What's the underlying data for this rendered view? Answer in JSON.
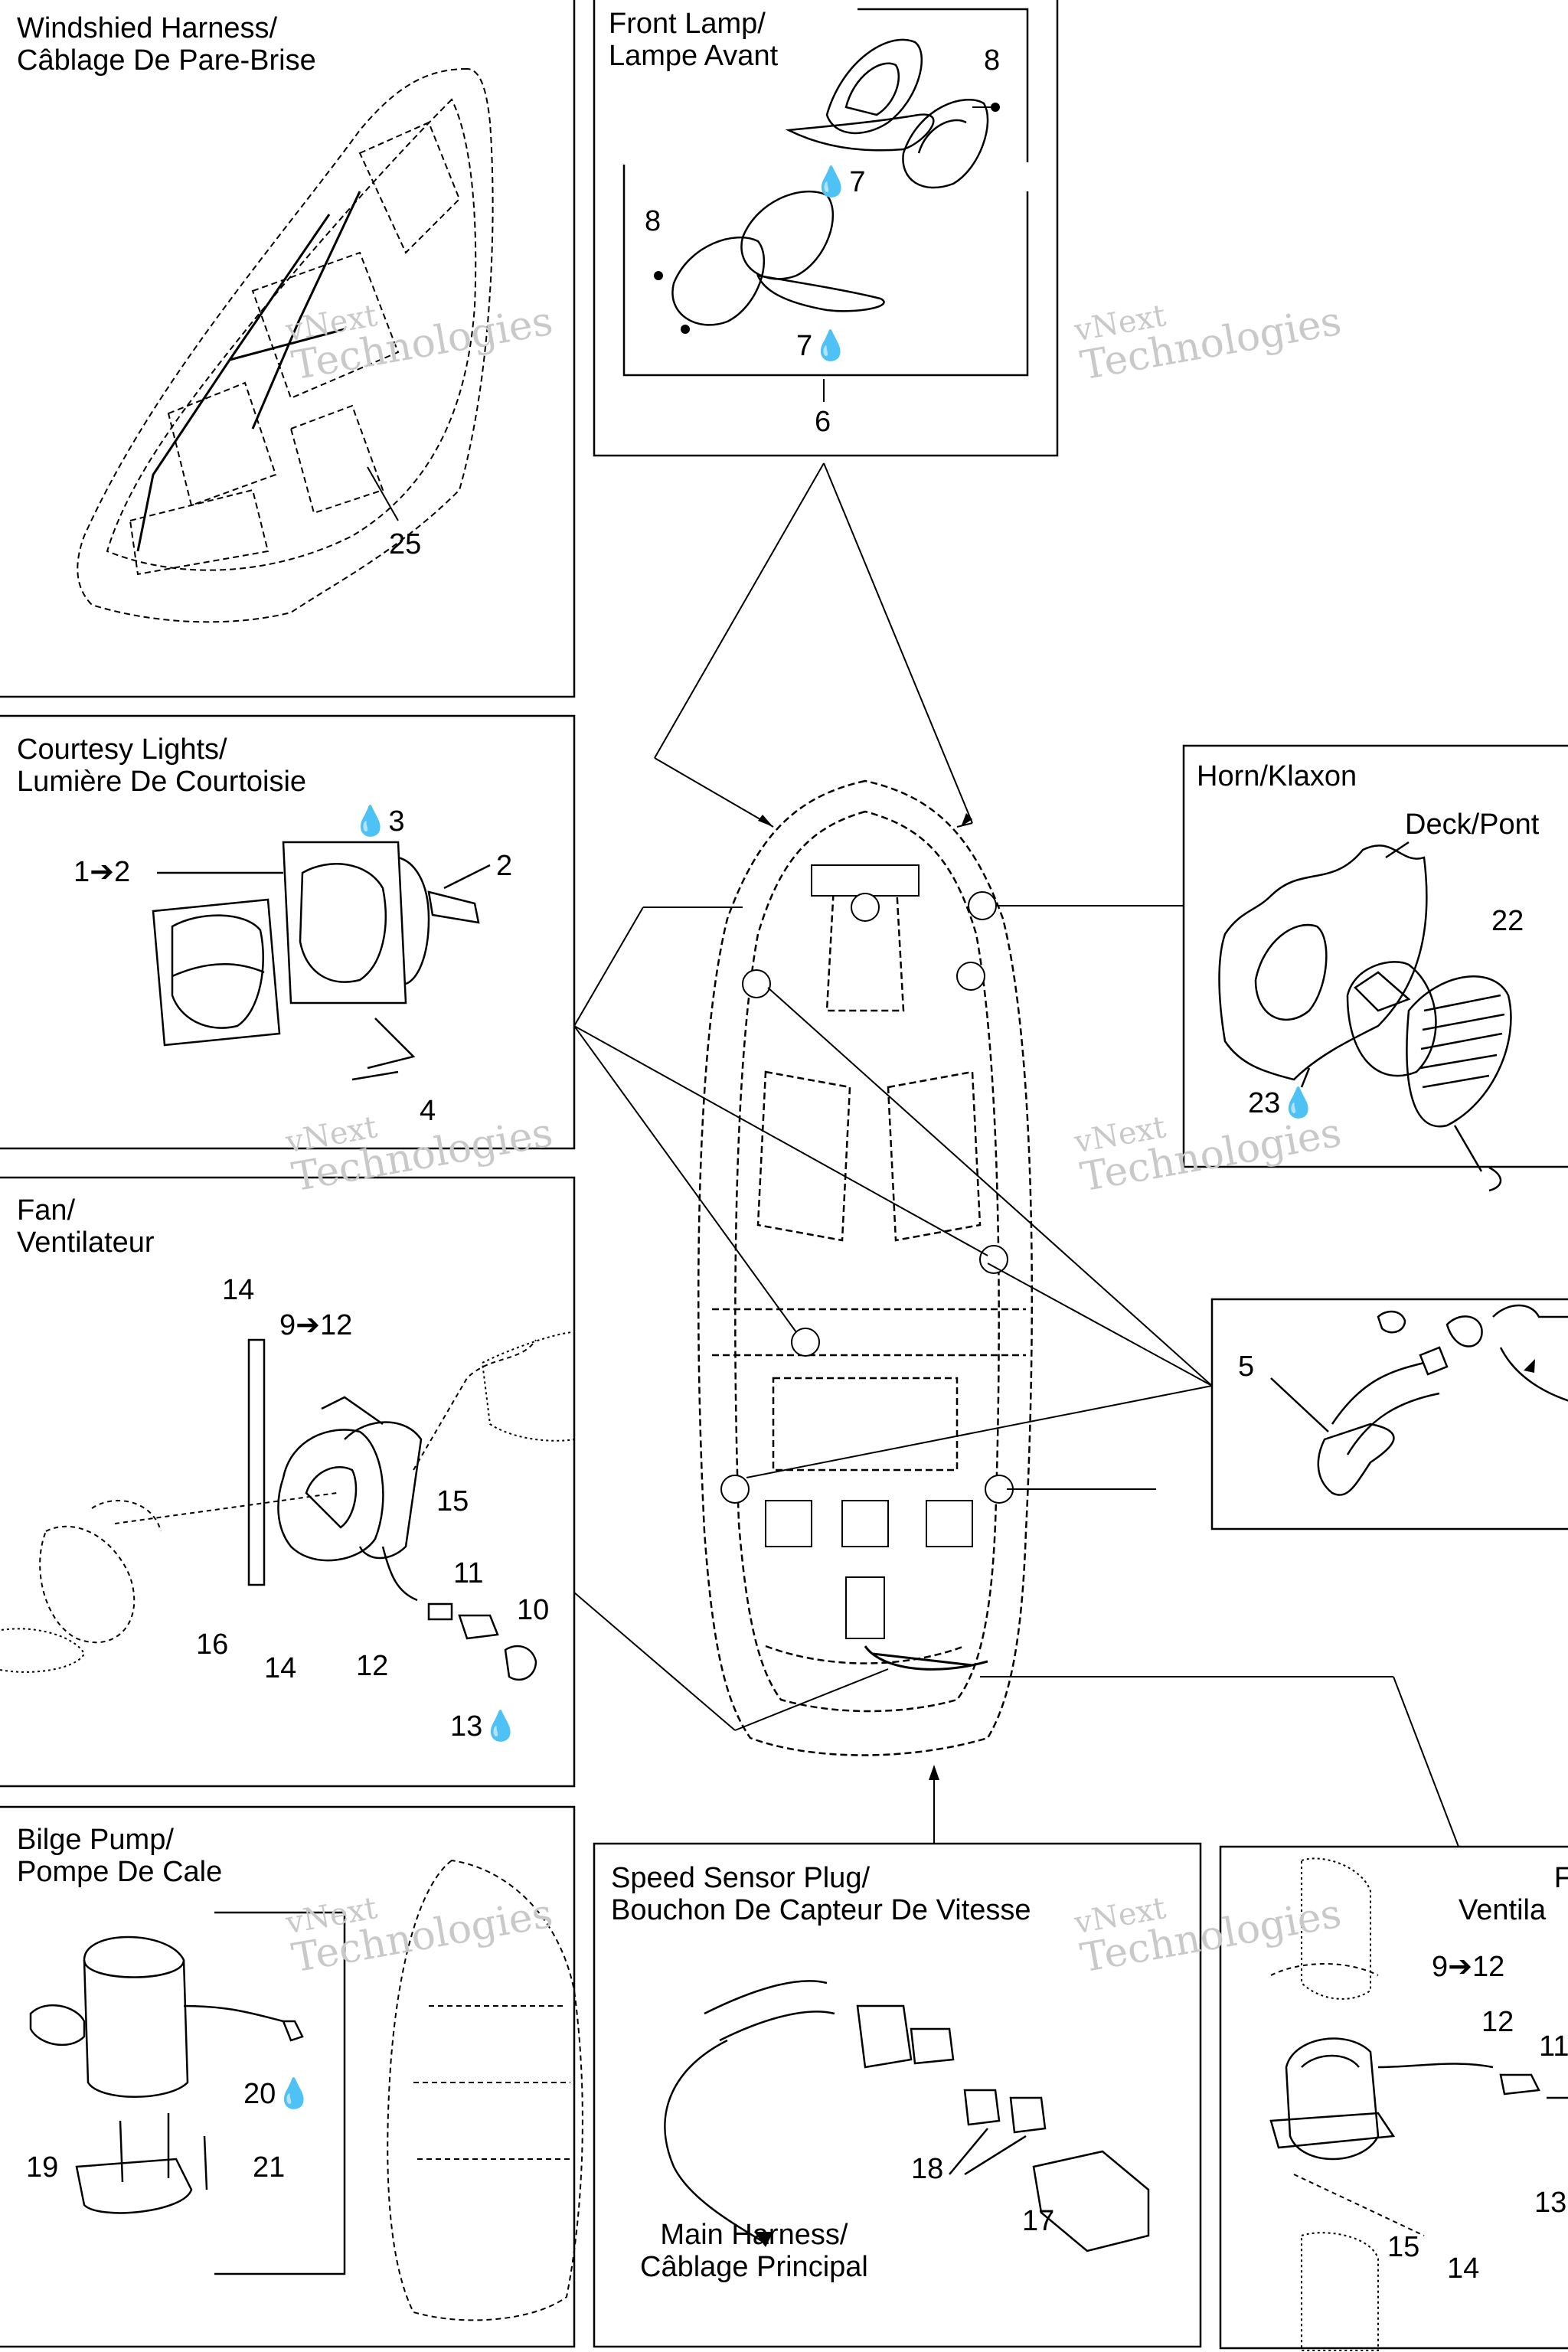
{
  "panels": {
    "windshield": {
      "title1": "Windshied Harness/",
      "title2": "Câblage De Pare-Brise"
    },
    "front_lamp": {
      "title1": "Front Lamp/",
      "title2": "Lampe Avant"
    },
    "courtesy": {
      "title1": "Courtesy Lights/",
      "title2": "Lumière De Courtoisie"
    },
    "horn": {
      "title1": "Horn/Klaxon",
      "deck": "Deck/Pont"
    },
    "fan": {
      "title1": "Fan/",
      "title2": "Ventilateur"
    },
    "bilge": {
      "title1": "Bilge Pump/",
      "title2": "Pompe De Cale"
    },
    "speed": {
      "title1": "Speed Sensor Plug/",
      "title2": "Bouchon De Capteur De Vitesse",
      "main1": "Main Harness/",
      "main2": "Câblage Principal"
    },
    "fan2": {
      "title1": "F",
      "title2": "Ventila"
    }
  },
  "callouts": {
    "c25": "25",
    "c8a": "8",
    "c7a": "7",
    "c8b": "8",
    "c7b": "7",
    "c6": "6",
    "c12a": "1➔2",
    "c3": "3",
    "c2": "2",
    "c4": "4",
    "c22": "22",
    "c23": "23",
    "c5": "5",
    "c14a": "14",
    "c912a": "9➔12",
    "c15a": "15",
    "c11a": "11",
    "c10": "10",
    "c16": "16",
    "c14b": "14",
    "c12b": "12",
    "c13a": "13",
    "c20": "20",
    "c19": "19",
    "c21": "21",
    "c18": "18",
    "c17": "17",
    "c912b": "9➔12",
    "c12c": "12",
    "c11b": "11",
    "c13b": "13",
    "c15b": "15",
    "c14c": "14"
  },
  "watermark": {
    "line1": "vNext",
    "line2": "Technologies"
  },
  "colors": {
    "line": "#000000",
    "watermark": "#c9c9c9",
    "background": "#ffffff"
  }
}
